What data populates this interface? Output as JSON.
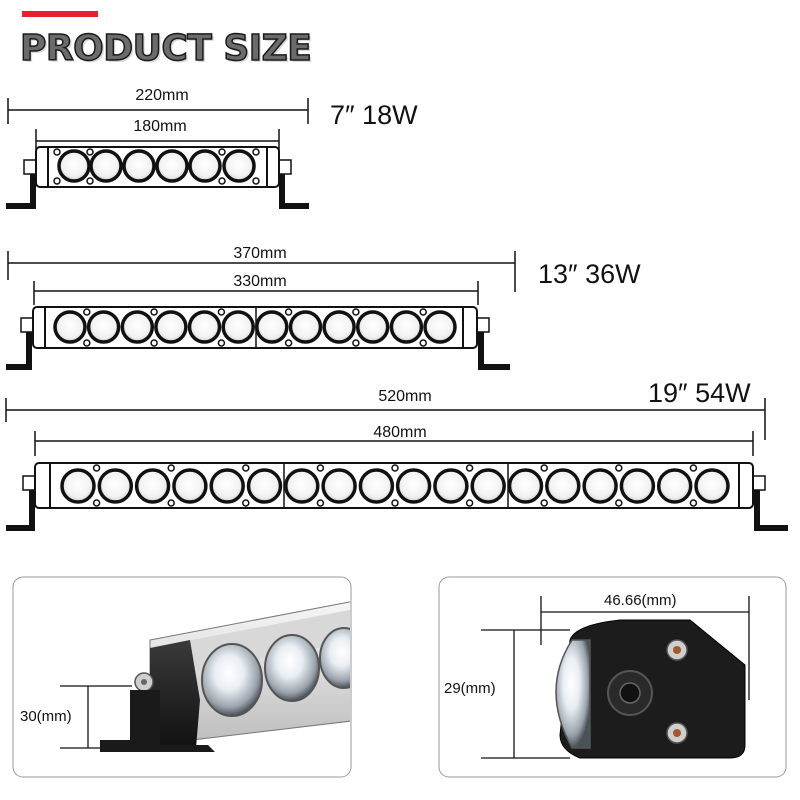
{
  "header": {
    "title": "PRODUCT SIZE",
    "accent_color": "#e8202a"
  },
  "bars": [
    {
      "spec": "7″  18W",
      "overall": "220mm",
      "body": "180mm",
      "lamps": 6
    },
    {
      "spec": "13″  36W",
      "overall": "370mm",
      "body": "330mm",
      "lamps": 12
    },
    {
      "spec": "19″  54W",
      "overall": "520mm",
      "body": "480mm",
      "lamps": 18
    }
  ],
  "details": {
    "bracket_height": "30(mm)",
    "end_width": "46.66(mm)",
    "end_height": "29(mm)"
  }
}
